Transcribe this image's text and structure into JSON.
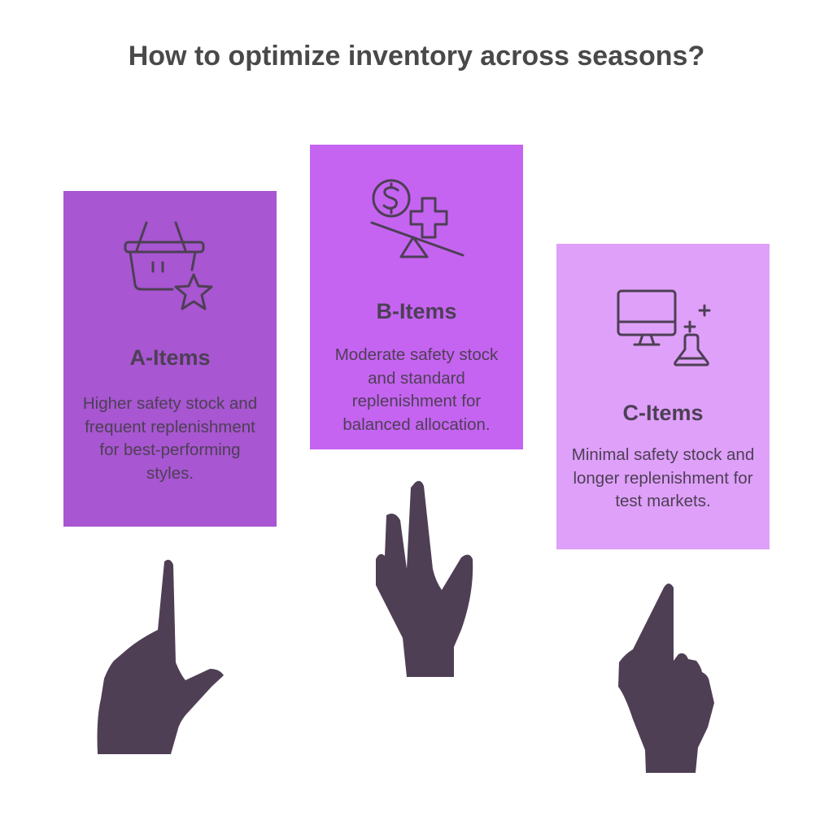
{
  "title": "How to optimize inventory across seasons?",
  "colors": {
    "a": "#a856d1",
    "b": "#c564f1",
    "c": "#dfa0f9",
    "ink": "#4d3f55"
  },
  "cards": [
    {
      "name": "A-Items",
      "desc": "Higher safety stock and frequent replenishment for best-performing styles.",
      "icon": "basket-star-icon"
    },
    {
      "name": "B-Items",
      "desc": "Moderate safety stock and standard replenishment for balanced allocation.",
      "icon": "balance-dollar-plus-icon"
    },
    {
      "name": "C-Items",
      "desc": "Minimal safety stock and longer replenishment for test markets.",
      "icon": "monitor-flask-icon"
    }
  ]
}
